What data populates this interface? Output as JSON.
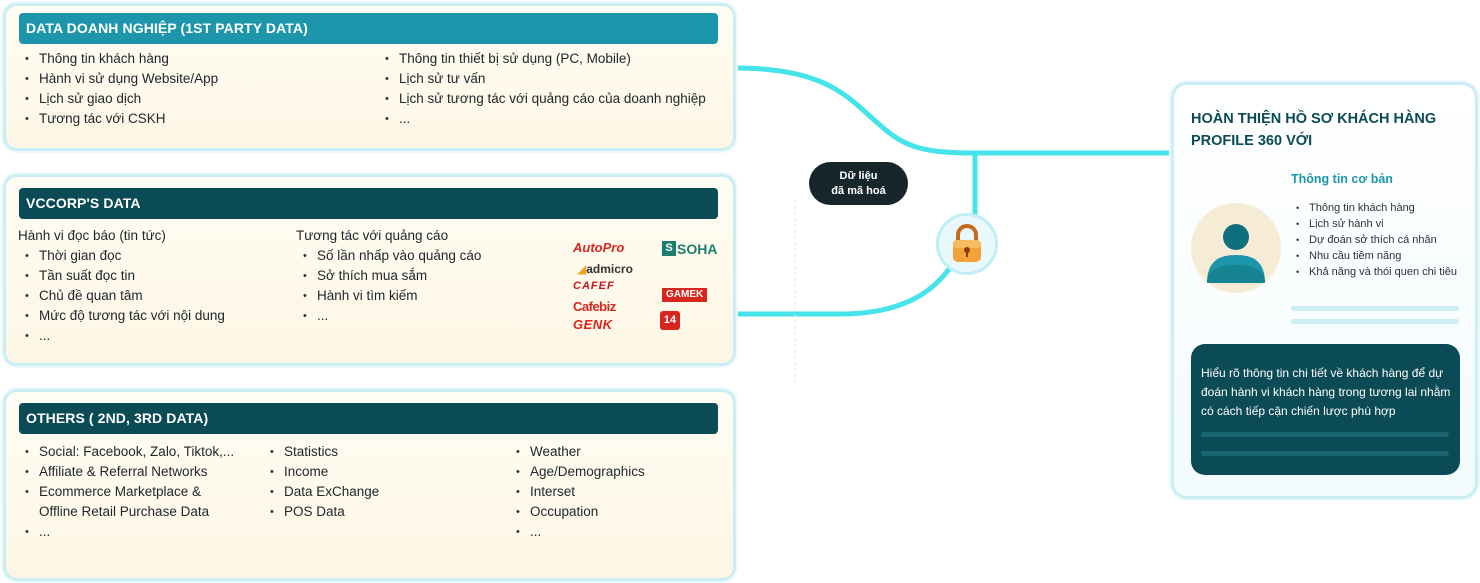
{
  "panels": {
    "first_party": {
      "title": "DATA DOANH NGHIỆP (1ST PARTY DATA)",
      "col1": [
        "Thông tin khách hàng",
        "Hành vi sử dụng Website/App",
        "Lịch sử giao dịch",
        "Tương tác với CSKH"
      ],
      "col2": [
        "Thông tin thiết bị sử dụng (PC, Mobile)",
        "Lịch sử tư vấn",
        "Lịch sử tương tác với quảng cáo của doanh nghiệp",
        "..."
      ]
    },
    "vccorp": {
      "title": "VCCORP'S DATA",
      "group1_title": "Hành vi đọc báo (tin tức)",
      "group1": [
        "Thời gian đọc",
        "Tần suất đọc tin",
        "Chủ đề quan tâm",
        "Mức độ tương tác với nội dung",
        "..."
      ],
      "group2_title": "Tương tác với quảng cáo",
      "group2": [
        "Số lần nhấp vào quảng cáo",
        "Sở thích mua sắm",
        "Hành vi tìm kiếm",
        "..."
      ],
      "logos": {
        "autopro": "AutoPro",
        "soha": "SOHA",
        "admicro": "admicro",
        "cafef": "CAFEF",
        "cafebiz": "Cafebiz",
        "gamek": "GAMEK",
        "genk": "GENK",
        "k14": "14"
      }
    },
    "others": {
      "title": "OTHERS ( 2ND, 3RD DATA)",
      "col1": [
        "Social: Facebook, Zalo, Tiktok,...",
        "Affiliate & Referral Networks",
        "Ecommerce Marketplace & Offline Retail Purchase Data",
        "..."
      ],
      "col2": [
        "Statistics",
        "Income",
        "Data ExChange",
        "POS Data"
      ],
      "col3": [
        "Weather",
        "Age/Demographics",
        "Interset",
        "Occupation",
        "..."
      ]
    }
  },
  "center": {
    "badge_line1": "Dữ liệu",
    "badge_line2": "đã mã hoá",
    "lock_icon": "lock-icon"
  },
  "profile": {
    "title_line1": "HOÀN THIỆN HỒ SƠ KHÁCH HÀNG",
    "title_line2": "PROFILE 360 VỚI",
    "basic_title": "Thông tin cơ bản",
    "items": [
      "Thông tin khách hàng",
      "Lịch sử hành vi",
      "Dự đoán sở thích cá nhân",
      "Nhu cầu tiềm năng",
      "Khả năng và thói quen chi tiêu"
    ],
    "insight": "Hiểu rõ thông tin chi tiết về khách hàng để dự đoán hành vi khách hàng trong tương lai nhằm có cách tiếp cận chiến lược phù hợp"
  },
  "colors": {
    "teal": "#1d96ab",
    "dark_teal": "#0b4b55",
    "connector": "#46e3ea",
    "panel_bg": "#fdf6e4"
  }
}
